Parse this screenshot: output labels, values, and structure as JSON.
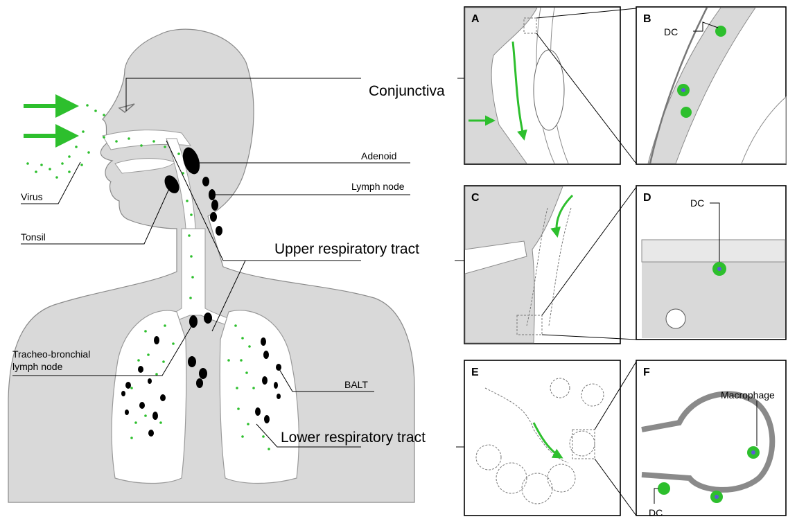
{
  "colors": {
    "body_fill": "#d9d9d9",
    "airway_fill": "#ffffff",
    "virus_green": "#2dbf2d",
    "lymph_black": "#000000",
    "cell_nucleus": "#5b5bd6"
  },
  "labels": {
    "conjunctiva": "Conjunctiva",
    "adenoid": "Adenoid",
    "lymph_node": "Lymph node",
    "virus": "Virus",
    "tonsil": "Tonsil",
    "upper_respiratory_tract": "Upper respiratory tract",
    "tracheo_bronchial_line1": "Tracheo-bronchial",
    "tracheo_bronchial_line2": "lymph node",
    "balt": "BALT",
    "lower_respiratory_tract": "Lower respiratory tract"
  },
  "panels": {
    "a": "A",
    "b": "B",
    "c": "C",
    "d": "D",
    "e": "E",
    "f": "F"
  },
  "cell_labels": {
    "dc_b": "DC",
    "dc_d": "DC",
    "dc_f": "DC",
    "macrophage": "Macrophage"
  }
}
